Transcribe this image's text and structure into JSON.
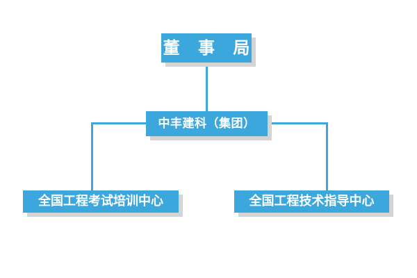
{
  "chart_data": {
    "type": "diagram",
    "diagram_kind": "organization-chart",
    "title": "",
    "background_color": "#FFFFFF",
    "node_color": "#3BA7DC",
    "node_text_color": "#FFFFFF",
    "shadow_color": "#D4D4D4",
    "connector_color": "#3BA7DC",
    "nodes": [
      {
        "id": "board",
        "label": "董 事 局",
        "level": 0
      },
      {
        "id": "group",
        "label": "中丰建科（集团）",
        "level": 1
      },
      {
        "id": "exam_center",
        "label": "全国工程考试培训中心",
        "level": 2
      },
      {
        "id": "tech_center",
        "label": "全国工程技术指导中心",
        "level": 2
      }
    ],
    "edges": [
      {
        "from": "board",
        "to": "group"
      },
      {
        "from": "group",
        "to": "exam_center"
      },
      {
        "from": "group",
        "to": "tech_center"
      }
    ]
  },
  "chart": {
    "nodes": {
      "board": {
        "label": "董 事 局"
      },
      "group": {
        "label": "中丰建科（集团）"
      },
      "exam_center": {
        "label": "全国工程考试培训中心"
      },
      "tech_center": {
        "label": "全国工程技术指导中心"
      }
    }
  }
}
